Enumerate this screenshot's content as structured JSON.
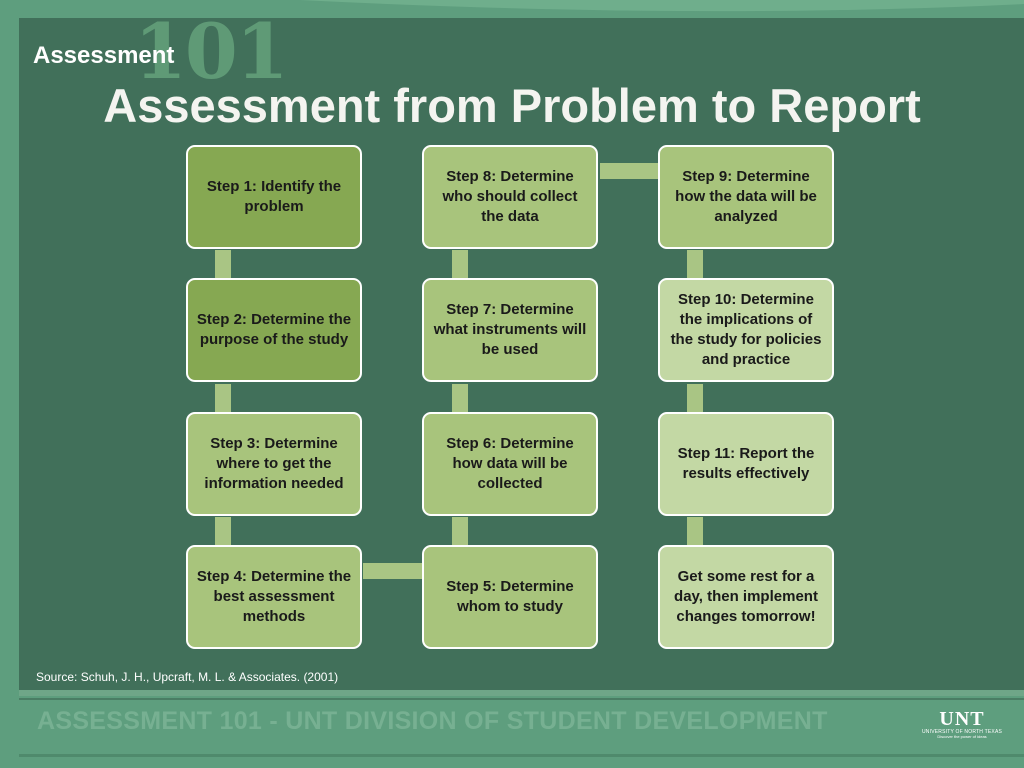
{
  "header": {
    "watermark": "101",
    "kicker": "Assessment",
    "title": "Assessment from Problem to Report"
  },
  "steps": {
    "s1": "Step 1: Identify the problem",
    "s2": "Step 2: Determine the purpose of the study",
    "s3": "Step 3: Determine where to get the information needed",
    "s4": "Step 4: Determine the best assessment methods",
    "s5": "Step 5: Determine whom to study",
    "s6": "Step 6: Determine how data will be collected",
    "s7": "Step 7: Determine what instruments will be used",
    "s8": "Step 8: Determine who should collect the data",
    "s9": "Step 9: Determine how the data will be analyzed",
    "s10": "Step 10: Determine the implications of the study for policies and practice",
    "s11": "Step 11: Report the results effectively",
    "s12": "Get some rest for a day, then implement changes tomorrow!"
  },
  "source": "Source: Schuh, J. H., Upcraft, M. L. & Associates. (2001)",
  "footer": {
    "text": "ASSESSMENT 101 - UNT DIVISION OF STUDENT DEVELOPMENT",
    "logo_main": "UNT",
    "logo_sub": "UNIVERSITY OF NORTH TEXAS",
    "logo_tag": "Discover the power of ideas"
  },
  "colors": {
    "background": "#41705a",
    "frame": "#5e9e7e",
    "box_dark": "#86a852",
    "box_mid": "#a8c47c",
    "box_light": "#c3d8a4",
    "connector": "#a9c584"
  }
}
